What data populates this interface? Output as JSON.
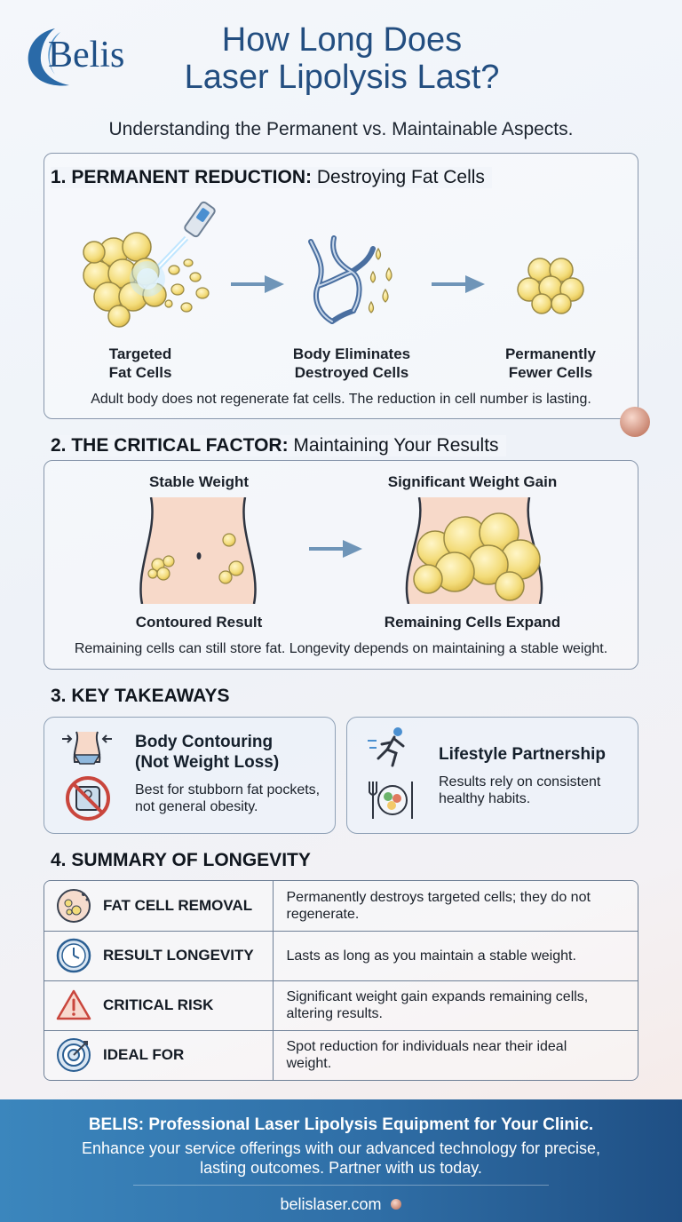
{
  "brand": {
    "logo_text": "Belis"
  },
  "header": {
    "title_line1": "How Long Does",
    "title_line2": "Laser Lipolysis Last?",
    "subtitle": "Understanding the Permanent vs. Maintainable Aspects."
  },
  "section1": {
    "number_bold": "1. PERMANENT REDUCTION:",
    "rest": " Destroying Fat Cells",
    "steps": [
      {
        "line1": "Targeted",
        "line2": "Fat Cells"
      },
      {
        "line1": "Body Eliminates",
        "line2": "Destroyed Cells"
      },
      {
        "line1": "Permanently",
        "line2": "Fewer Cells"
      }
    ],
    "caption": "Adult body does not regenerate fat cells. The reduction in cell number is lasting."
  },
  "section2": {
    "number_bold": "2. THE CRITICAL FACTOR:",
    "rest": " Maintaining Your Results",
    "left_top": "Stable Weight",
    "left_bottom": "Contoured Result",
    "right_top": "Significant Weight Gain",
    "right_bottom": "Remaining Cells Expand",
    "caption": "Remaining cells can still store fat. Longevity depends on maintaining a stable weight."
  },
  "section3": {
    "heading": "3. KEY TAKEAWAYS",
    "card1": {
      "title_line1": "Body Contouring",
      "title_line2": "(Not Weight Loss)",
      "text_line1": "Best for stubborn fat pockets,",
      "text_line2": "not general obesity."
    },
    "card2": {
      "title": "Lifestyle Partnership",
      "text_line1": "Results rely on consistent",
      "text_line2": "healthy habits."
    }
  },
  "section4": {
    "heading": "4. SUMMARY OF LONGEVITY",
    "rows": [
      {
        "icon": "fat-cell-icon",
        "label": "FAT CELL REMOVAL",
        "text_line1": "Permanently destroys targeted cells; they do not",
        "text_line2": "regenerate."
      },
      {
        "icon": "clock-icon",
        "label": "RESULT LONGEVITY",
        "text_line1": "Lasts as long as you maintain a stable weight.",
        "text_line2": ""
      },
      {
        "icon": "warning-icon",
        "label": "CRITICAL RISK",
        "text_line1": "Significant weight gain expands remaining cells,",
        "text_line2": "altering results."
      },
      {
        "icon": "target-icon",
        "label": "IDEAL FOR",
        "text_line1": "Spot reduction for individuals near their ideal",
        "text_line2": "weight."
      }
    ]
  },
  "footer": {
    "title": "BELIS: Professional Laser Lipolysis Equipment for Your Clinic.",
    "text_line1": "Enhance your service offerings with our advanced technology for precise,",
    "text_line2": "lasting outcomes. Partner with us today.",
    "url": "belislaser.com"
  },
  "colors": {
    "accent_blue": "#234e80",
    "fat_yellow": "#f3dc7a",
    "footer_blue": "#2f6ea6",
    "warning_red": "#c9463d"
  }
}
